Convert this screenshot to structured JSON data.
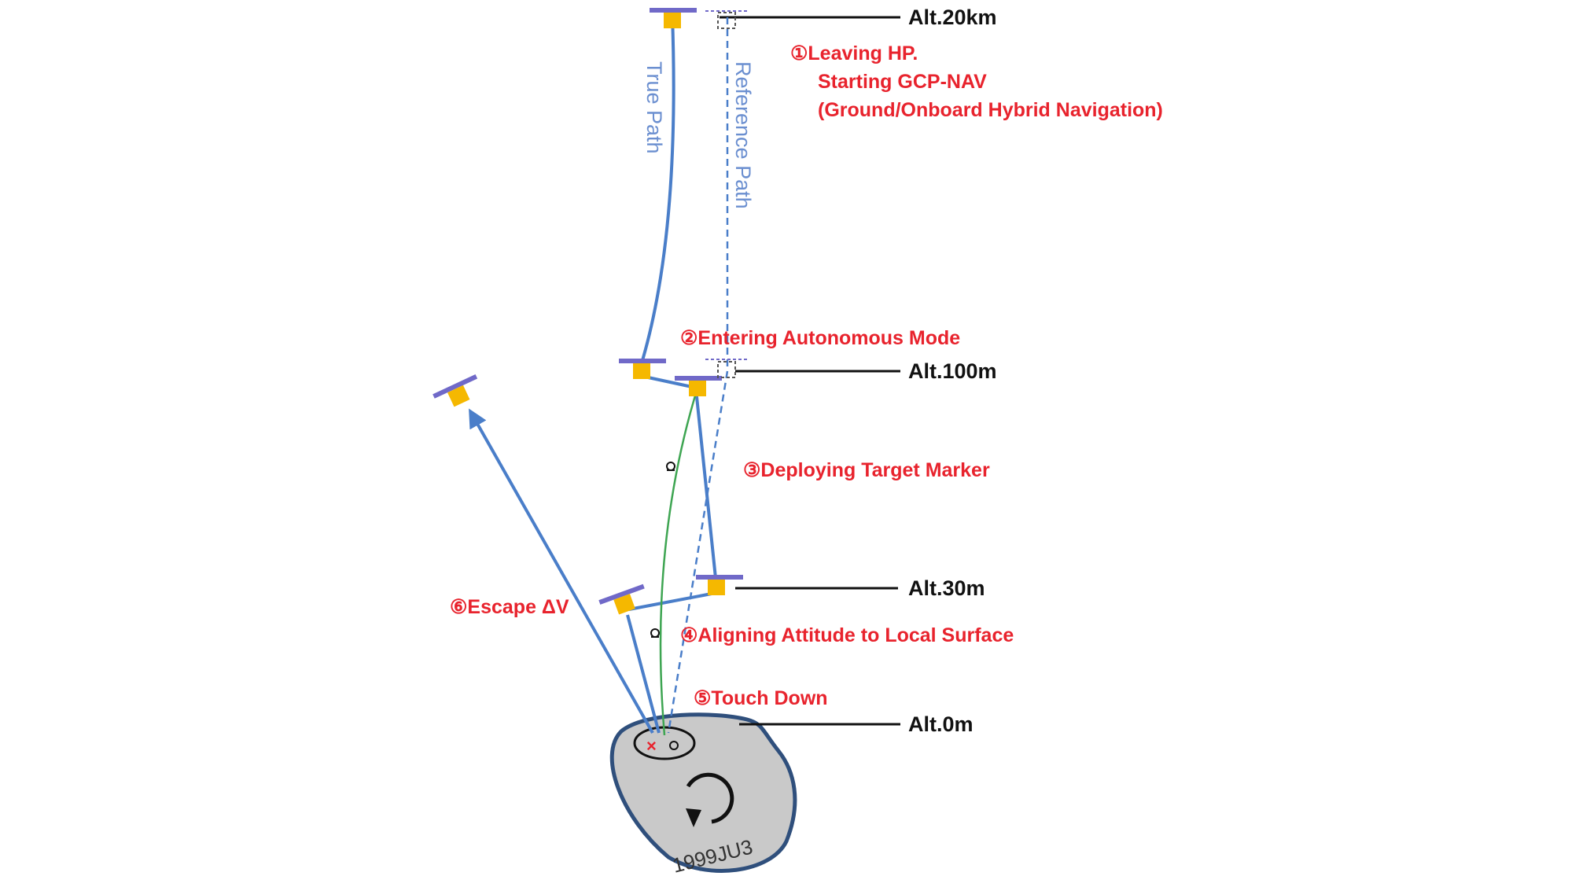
{
  "altitudes": {
    "alt20km": "Alt.20km",
    "alt100m": "Alt.100m",
    "alt30m": "Alt.30m",
    "alt0m": "Alt.0m"
  },
  "paths": {
    "true_path": "True Path",
    "reference_path": "Reference Path"
  },
  "steps": {
    "step1_line1": "①Leaving HP.",
    "step1_line2": "Starting GCP-NAV",
    "step1_line3": "(Ground/Onboard Hybrid Navigation)",
    "step2": "②Entering Autonomous Mode",
    "step3": "③Deploying Target Marker",
    "step4": "④Aligning Attitude to Local Surface",
    "step5": "⑤Touch Down",
    "step6": "⑥Escape ΔV"
  },
  "asteroid": {
    "name": "1999JU3"
  },
  "colors": {
    "path_blue": "#4a7ec9",
    "label_red": "#e8232d",
    "green_path": "#3ea552",
    "craft_body": "#f5b800",
    "solar_panel": "#7069c8",
    "asteroid_fill": "#c9c9c9",
    "asteroid_stroke": "#2f4f7c"
  }
}
